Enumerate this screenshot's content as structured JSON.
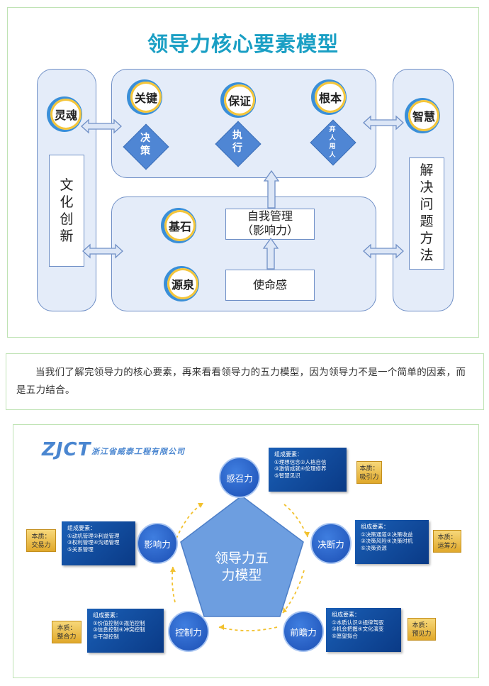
{
  "panel1": {
    "title": "领导力核心要素模型",
    "left_circle": "灵魂",
    "left_box": [
      "文",
      "化",
      "创",
      "新"
    ],
    "top_items": [
      {
        "circle": "关键",
        "diamond": [
          "决",
          "策"
        ]
      },
      {
        "circle": "保证",
        "diamond": [
          "执",
          "行"
        ]
      },
      {
        "circle": "根本",
        "diamond": [
          "弃",
          "人",
          "用",
          "人"
        ]
      }
    ],
    "bottom_circles": [
      "基石",
      "源泉"
    ],
    "self_mgmt": [
      "自我管理",
      "（影响力）"
    ],
    "mission": "使命感",
    "right_circle": "智慧",
    "right_box": [
      "解",
      "决",
      "问",
      "题",
      "方",
      "法"
    ]
  },
  "panel2": {
    "text": "当我们了解完领导力的核心要素，再来看看领导力的五力模型，因为领导力不是一个简单的因素，而是五力结合。"
  },
  "panel3": {
    "logo": "ZJCT",
    "company": "浙江省威泰工程有限公司",
    "center": [
      "领导力五",
      "力模型"
    ],
    "nodes": {
      "top": "感召力",
      "right": "决断力",
      "bottom_right": "前瞻力",
      "bottom_left": "控制力",
      "left": "影响力"
    },
    "components": {
      "top": {
        "title": "组成要素：",
        "lines": [
          "①理想信念②人格自信",
          "③激情成就④伦理修养",
          "⑤智慧见识"
        ]
      },
      "right": {
        "title": "组成要素：",
        "lines": [
          "①决策通道②决策收益",
          "③决策风险④决策时机",
          "⑤决策资源"
        ]
      },
      "bottom_right": {
        "title": "组成要素：",
        "lines": [
          "①本质认识②规律驾驭",
          "③机会把握④文化演变",
          "⑤愿望拟合"
        ]
      },
      "bottom_left": {
        "title": "组成要素：",
        "lines": [
          "①价值控制②规范控制",
          "③信息控制④冲突控制",
          "⑤干部控制"
        ]
      },
      "left": {
        "title": "组成要素：",
        "lines": [
          "①动机管理②利益管理",
          "③权利管理④沟通管理",
          "⑤关系管理"
        ]
      }
    },
    "essence": {
      "top": [
        "本质：",
        "吸引力"
      ],
      "right": [
        "本质：",
        "运筹力"
      ],
      "bottom_right": [
        "本质：",
        "预见力"
      ],
      "bottom_left": [
        "本质：",
        "整合力"
      ],
      "left": [
        "本质：",
        "交易力"
      ]
    },
    "colors": {
      "node": "#2a63c8",
      "pentagon": "#6d9ee0",
      "arrow": "#f2c12e",
      "essence": "#eec046"
    }
  }
}
